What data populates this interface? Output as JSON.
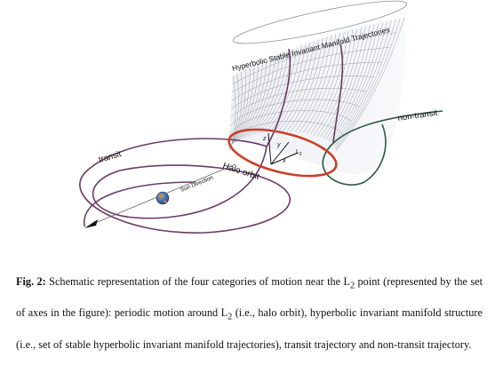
{
  "figure": {
    "labels": {
      "manifold": "Hyperbolic Stable Invariant Manifold Trajectories",
      "non_transit": "non-transit",
      "transit": "transit",
      "halo_orbit": "Halo orbit",
      "sun_direction": "Sun Direction",
      "axis_x": "x",
      "axis_y": "y",
      "axis_z": "z",
      "l2": "L",
      "l2_sub": "2"
    },
    "colors": {
      "transit": "#6b3a63",
      "non_transit": "#2f5a45",
      "halo_orbit": "#c9402a",
      "manifold_mesh": "#9aa0aa",
      "earth_blue": "#2b6cb0",
      "earth_land": "#d08a2a"
    },
    "icons": [
      "earth-icon",
      "sun-direction-arrowhead"
    ]
  },
  "caption": {
    "fig_label": "Fig. 2:",
    "p1": " Schematic representation of the four categories of motion near the L",
    "sub1": "2",
    "p2": " point (represented by the set of axes in the figure): periodic motion around L",
    "sub2": "2",
    "p3": " (i.e., halo orbit), hyperbolic invariant manifold structure (i.e., set of stable hyperbolic invariant manifold trajectories), transit trajectory and non-transit trajectory."
  }
}
